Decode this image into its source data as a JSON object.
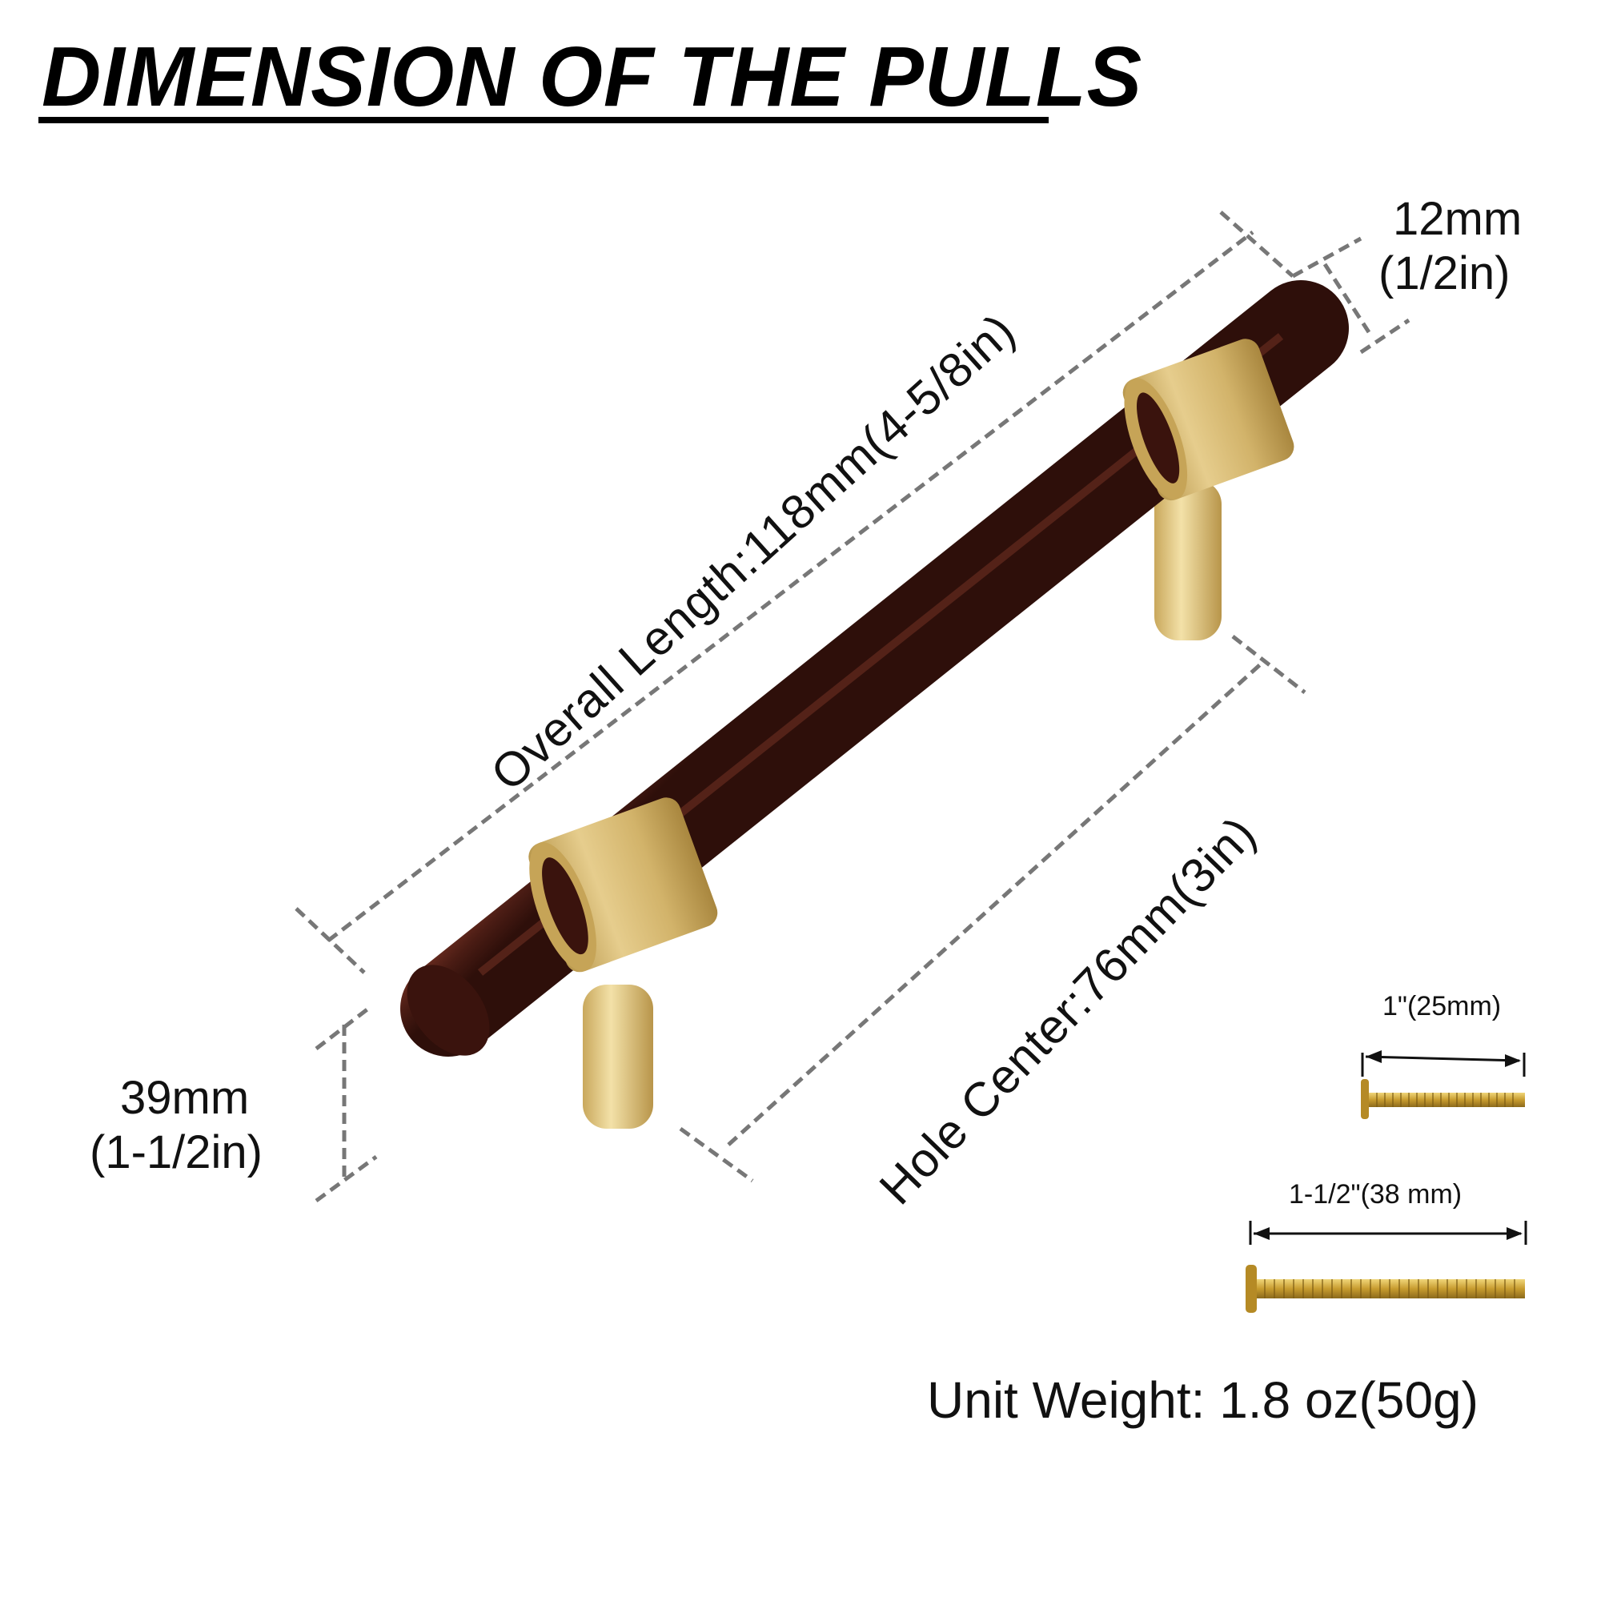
{
  "title": "DIMENSION OF THE PULLS",
  "labels": {
    "overall_length": "Overall Length:118mm(4-5/8in)",
    "hole_center": "Hole Center:76mm(3in)",
    "diameter_mm": "12mm",
    "diameter_in": "(1/2in)",
    "projection_mm": "39mm",
    "projection_in": "(1-1/2in)",
    "screw_short": "1\"(25mm)",
    "screw_long": "1-1/2\"(38 mm)",
    "unit_weight": "Unit Weight: 1.8 oz(50g)"
  },
  "colors": {
    "wood": "#4a1c14",
    "brass": "#d4b46a",
    "dimension_line": "#777777",
    "text": "#111111"
  }
}
